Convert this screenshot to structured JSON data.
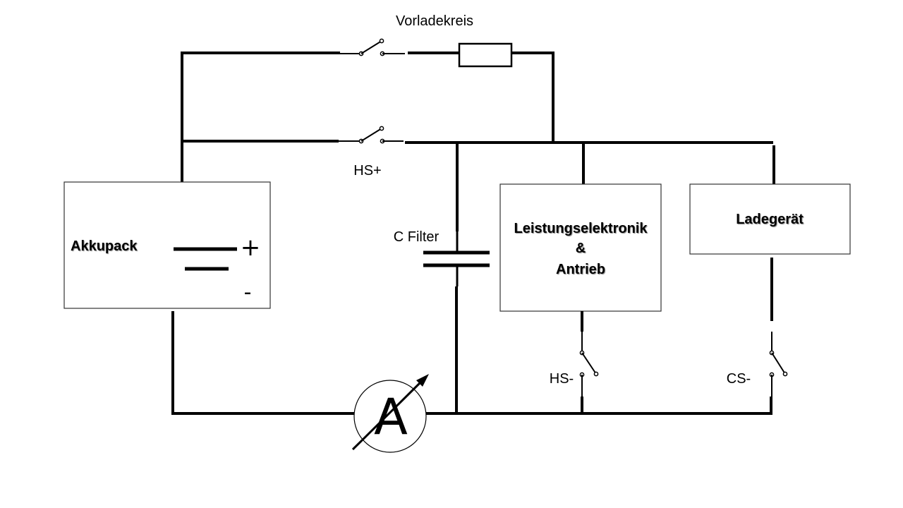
{
  "diagram": {
    "precharge_label": "Vorladekreis",
    "main_switch_label": "HS+",
    "battery_label": "Akkupack",
    "battery_plus": "+",
    "battery_minus": "-",
    "capacitor_label": "C Filter",
    "power_electronics_line1": "Leistungselektronik",
    "power_electronics_line2": "&",
    "power_electronics_line3": "Antrieb",
    "charger_label": "Ladegerät",
    "neg_switch_label": "HS-",
    "charger_switch_label": "CS-",
    "ammeter_symbol": "A"
  }
}
